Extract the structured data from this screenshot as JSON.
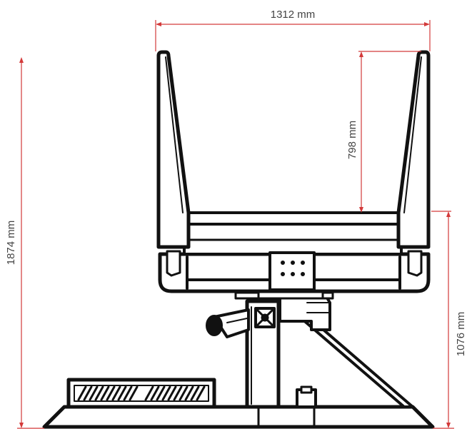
{
  "dimensions": {
    "width_top": "1312 mm",
    "height_total": "1874 mm",
    "height_arms": "798 mm",
    "height_seat": "1076 mm"
  },
  "colors": {
    "dimension": "#d33a3a",
    "outline": "#111111",
    "fill": "#ffffff"
  }
}
